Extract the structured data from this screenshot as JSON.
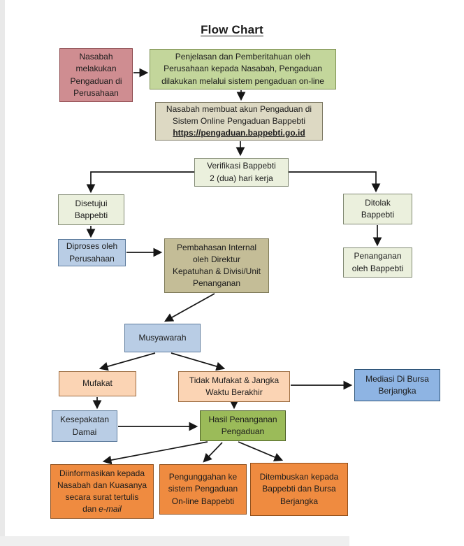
{
  "page": {
    "title": "Flow Chart"
  },
  "colors": {
    "pink": "#cf8d91",
    "light_green": "#c3d69b",
    "beige": "#ddd9c3",
    "pale_green": "#ebf0dd",
    "light_blue": "#b9cde5",
    "tan": "#c4bd97",
    "peach": "#fbd4b4",
    "medium_blue": "#8eb4e3",
    "olive_green": "#9bbb59",
    "orange": "#ef8b40",
    "connector": "#161616"
  },
  "nodes": {
    "nasabah": {
      "label": "Nasabah\nmelakukan\nPengaduan di\nPerusahaan"
    },
    "penjelasan": {
      "label": "Penjelasan dan Pemberitahuan oleh\nPerusahaan kepada Nasabah, Pengaduan\ndilakukan melalui sistem pengaduan on-line"
    },
    "akun": {
      "label": "Nasabah membuat akun Pengaduan di\nSistem Online Pengaduan Bappebti",
      "url": "https://pengaduan.bappebti.go.id"
    },
    "verifikasi": {
      "label": "Verifikasi Bappebti\n2 (dua) hari kerja"
    },
    "disetujui": {
      "label": "Disetujui\nBappebti"
    },
    "ditolak": {
      "label": "Ditolak\nBappebti"
    },
    "diproses": {
      "label": "Diproses oleh\nPerusahaan"
    },
    "penanganan": {
      "label": "Penanganan\noleh Bappebti"
    },
    "pembahasan": {
      "label": "Pembahasan Internal\noleh Direktur\nKepatuhan & Divisi/Unit\nPenanganan"
    },
    "musyawarah": {
      "label": "Musyawarah"
    },
    "mufakat": {
      "label": "Mufakat"
    },
    "tidak_mufakat": {
      "label": "Tidak Mufakat & Jangka\nWaktu Berakhir"
    },
    "mediasi": {
      "label": "Mediasi Di Bursa\nBerjangka"
    },
    "kesepakatan": {
      "label": "Kesepakatan\nDamai"
    },
    "hasil": {
      "label": "Hasil Penanganan\nPengaduan"
    },
    "diinformasikan": {
      "label": "Diinformasikan kepada\nNasabah dan Kuasanya\nsecara surat tertulis\ndan",
      "email_label": "e-mail"
    },
    "pengunggahan": {
      "label": "Pengunggahan ke\nsistem Pengaduan\nOn-line Bappebti"
    },
    "ditembuskan": {
      "label": "Ditembuskan kepada\nBappebti dan Bursa\nBerjangka"
    }
  }
}
